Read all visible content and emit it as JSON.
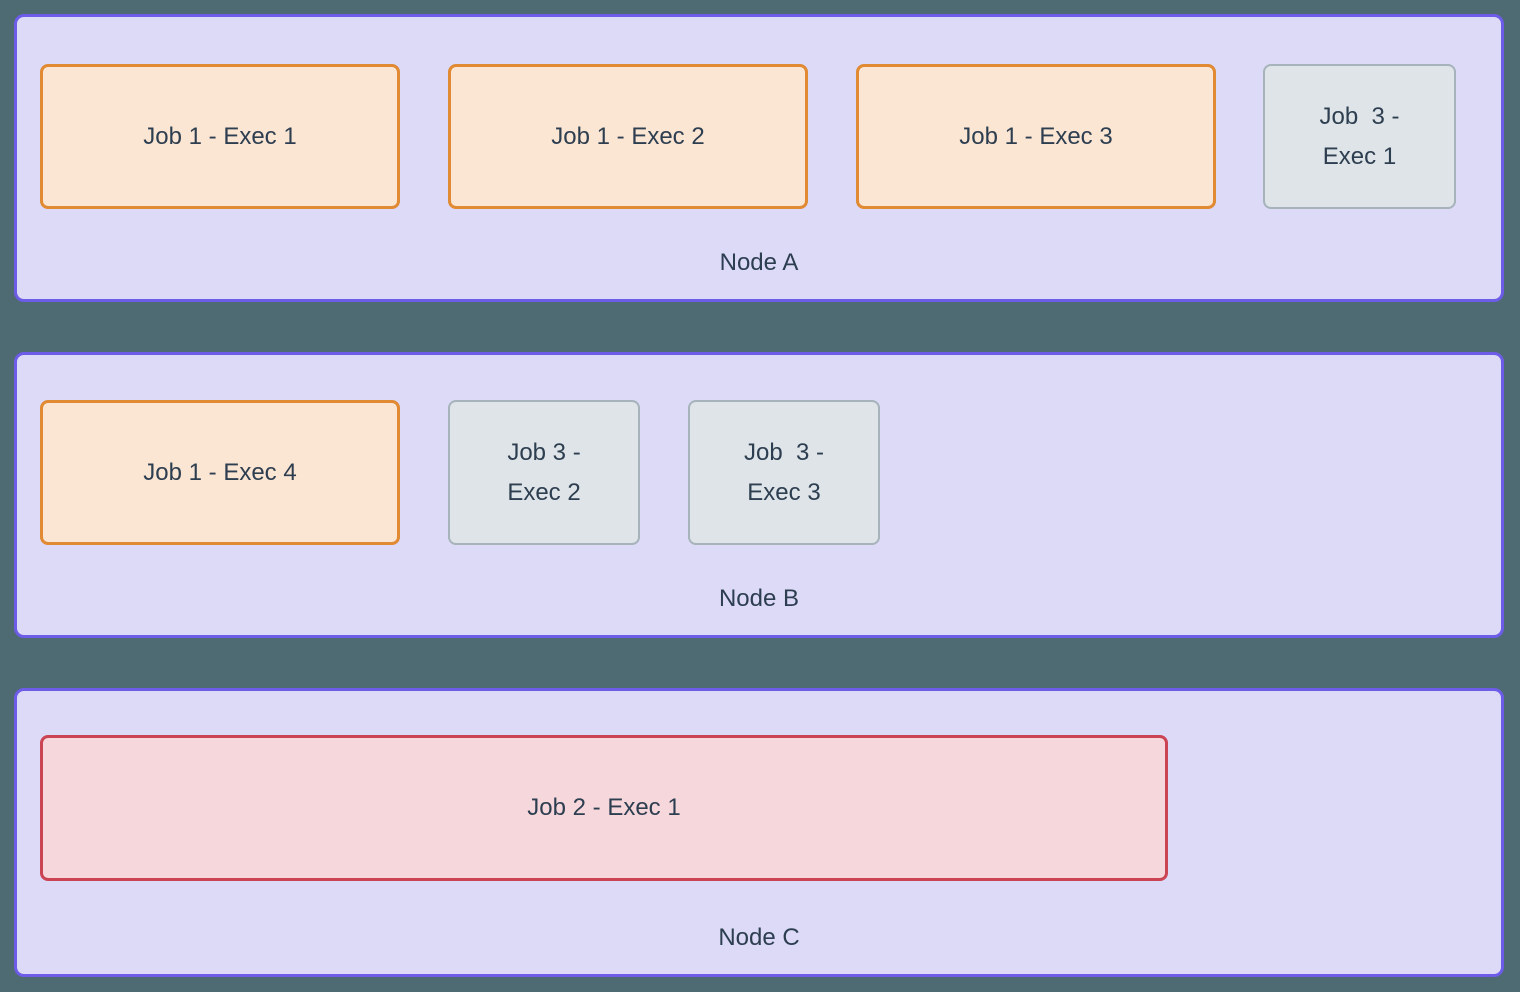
{
  "colors": {
    "page_bg": "#4e6a73",
    "node_fill": "#dcdaf7",
    "node_border": "#6d5ce8",
    "job1_fill": "#fbe5d3",
    "job1_border": "#e08a33",
    "job2_fill": "#f6d8dc",
    "job2_border": "#cb4454",
    "job3_fill": "#dee4e8",
    "job3_border": "#a6b3ba",
    "text": "#2d3e50"
  },
  "nodes": [
    {
      "label": "Node A",
      "jobs": [
        {
          "label": "Job 1 - Exec 1",
          "job": "job1"
        },
        {
          "label": "Job 1 - Exec 2",
          "job": "job1"
        },
        {
          "label": "Job 1 - Exec 3",
          "job": "job1"
        },
        {
          "label": "Job  3 -\nExec 1",
          "job": "job3"
        }
      ]
    },
    {
      "label": "Node B",
      "jobs": [
        {
          "label": "Job 1 - Exec 4",
          "job": "job1"
        },
        {
          "label": "Job 3 -\nExec 2",
          "job": "job3"
        },
        {
          "label": "Job  3 -\nExec 3",
          "job": "job3"
        }
      ]
    },
    {
      "label": "Node C",
      "jobs": [
        {
          "label": "Job 2 - Exec 1",
          "job": "job2"
        }
      ]
    }
  ]
}
